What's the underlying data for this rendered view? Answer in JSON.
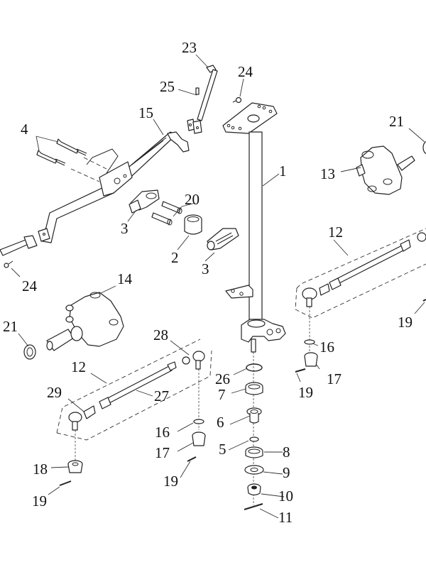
{
  "diagram": {
    "title": "Steering assembly exploded view",
    "callouts": [
      {
        "id": "c23",
        "text": "23"
      },
      {
        "id": "c24a",
        "text": "24"
      },
      {
        "id": "c25",
        "text": "25"
      },
      {
        "id": "c15",
        "text": "15"
      },
      {
        "id": "c4",
        "text": "4"
      },
      {
        "id": "c1",
        "text": "1"
      },
      {
        "id": "c21a",
        "text": "21"
      },
      {
        "id": "c13",
        "text": "13"
      },
      {
        "id": "c20",
        "text": "20"
      },
      {
        "id": "c3a",
        "text": "3"
      },
      {
        "id": "c2",
        "text": "2"
      },
      {
        "id": "c3b",
        "text": "3"
      },
      {
        "id": "c24b",
        "text": "24"
      },
      {
        "id": "c14",
        "text": "14"
      },
      {
        "id": "c12a",
        "text": "12"
      },
      {
        "id": "c21b",
        "text": "21"
      },
      {
        "id": "c19a",
        "text": "19"
      },
      {
        "id": "c28",
        "text": "28"
      },
      {
        "id": "c12b",
        "text": "12"
      },
      {
        "id": "c16a",
        "text": "16"
      },
      {
        "id": "c26",
        "text": "26"
      },
      {
        "id": "c17a",
        "text": "17"
      },
      {
        "id": "c27",
        "text": "27"
      },
      {
        "id": "c29",
        "text": "29"
      },
      {
        "id": "c7",
        "text": "7"
      },
      {
        "id": "c19b",
        "text": "19"
      },
      {
        "id": "c6",
        "text": "6"
      },
      {
        "id": "c16b",
        "text": "16"
      },
      {
        "id": "c17b",
        "text": "17"
      },
      {
        "id": "c5",
        "text": "5"
      },
      {
        "id": "c8",
        "text": "8"
      },
      {
        "id": "c18",
        "text": "18"
      },
      {
        "id": "c9",
        "text": "9"
      },
      {
        "id": "c19c",
        "text": "19"
      },
      {
        "id": "c10",
        "text": "10"
      },
      {
        "id": "c19d",
        "text": "19"
      },
      {
        "id": "c11",
        "text": "11"
      }
    ]
  }
}
